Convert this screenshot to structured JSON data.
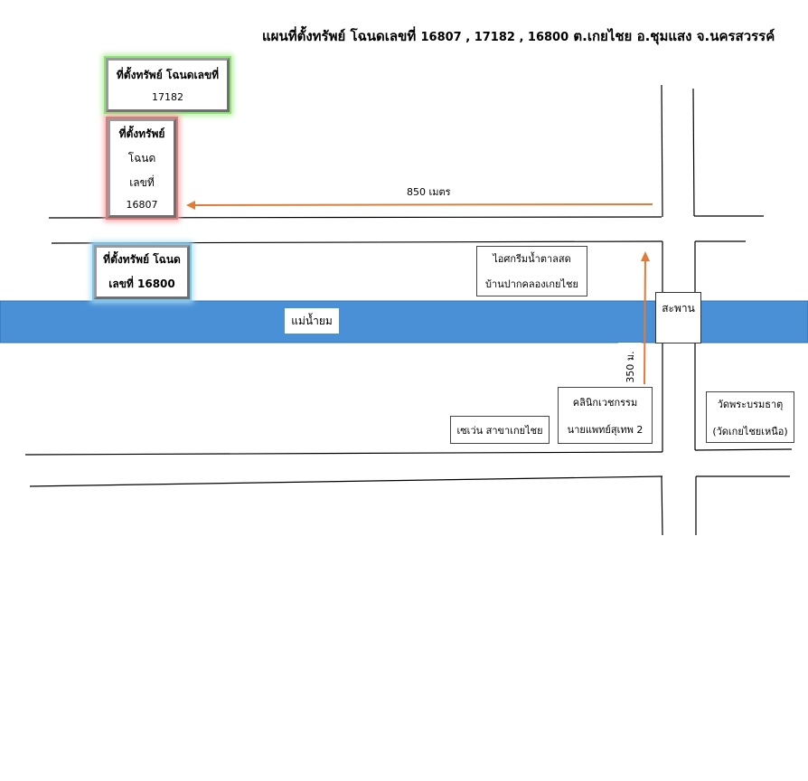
{
  "title": {
    "prefix": "แผนที่ตั้งทรัพย์ โฉนดเลขที่",
    "numbers": "16807 , 17182 , 16800",
    "suffix": "ต.เกยไชย อ.ชุมแสง จ.นครสวรรค์"
  },
  "plots": [
    {
      "lines": [
        "ที่ตั้งทรัพย์ โฉนดเลขที่",
        "17182"
      ],
      "highlight": "#8de07a"
    },
    {
      "lines": [
        "ที่ตั้งทรัพย์",
        "โฉนด",
        "เลขที่",
        "16807"
      ],
      "highlight": "#e07a7a"
    },
    {
      "lines": [
        "ที่ตั้งทรัพย์ โฉนด",
        "เลขที่ 16800"
      ],
      "highlight": "#7ac6ee"
    }
  ],
  "distances": {
    "horizontal": "850 เมตร",
    "vertical": "350 ม."
  },
  "river": {
    "label": "แม่น้ำยม",
    "color": "#4a90d6"
  },
  "bridge": {
    "label": "สะพาน"
  },
  "landmarks": {
    "ice_cream": [
      "ไอศกรีมน้ำตาลสด",
      "บ้านปากคลองเกยไชย"
    ],
    "seven_eleven": "เซเว่น สาขาเกยไชย",
    "clinic": [
      "คลินิกเวชกรรม",
      "นายแพทย์สุเทพ 2"
    ],
    "temple": [
      "วัดพระบรมธาตุ",
      "(วัดเกยไชยเหนือ)"
    ]
  },
  "arrow_color": "#e07b39"
}
